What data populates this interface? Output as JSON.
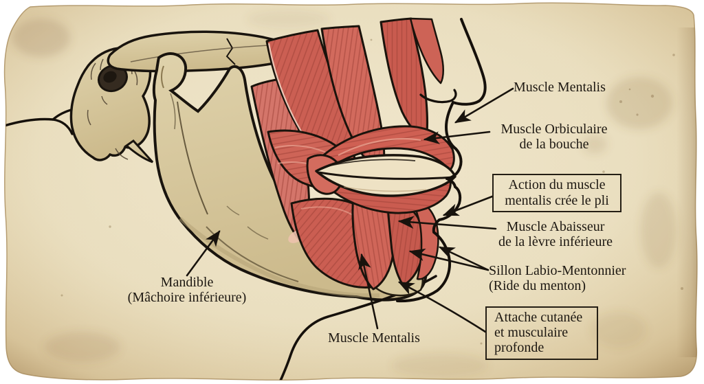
{
  "figure": {
    "labels": {
      "top_mentalis": {
        "text": "Muscle Mentalis"
      },
      "orbiculaire": {
        "line1": "Muscle Orbiculaire",
        "line2": "de la bouche"
      },
      "action_box": {
        "line1": "Action du muscle",
        "line2": "mentalis crée le pli"
      },
      "abaisseur": {
        "line1": "Muscle Abaisseur",
        "line2": "de la lèvre inférieure"
      },
      "sillon": {
        "line1": "Sillon Labio-Mentonnier",
        "line2": "(Ride du menton)"
      },
      "attache_box": {
        "line1": "Attache cutanée",
        "line2": "et musculaire",
        "line3": "profonde"
      },
      "mandible": {
        "line1": "Mandible",
        "line2": "(Mâchoire inférieure)"
      },
      "bottom_mentalis": {
        "text": "Muscle Mentalis"
      }
    },
    "colors": {
      "paper": "#ece1c6",
      "paper_edge": "#cdb68b",
      "bone": "#d6c79c",
      "muscle_red": "#cd6356",
      "muscle_fiber": "#9c4036",
      "ink": "#18130d"
    }
  }
}
